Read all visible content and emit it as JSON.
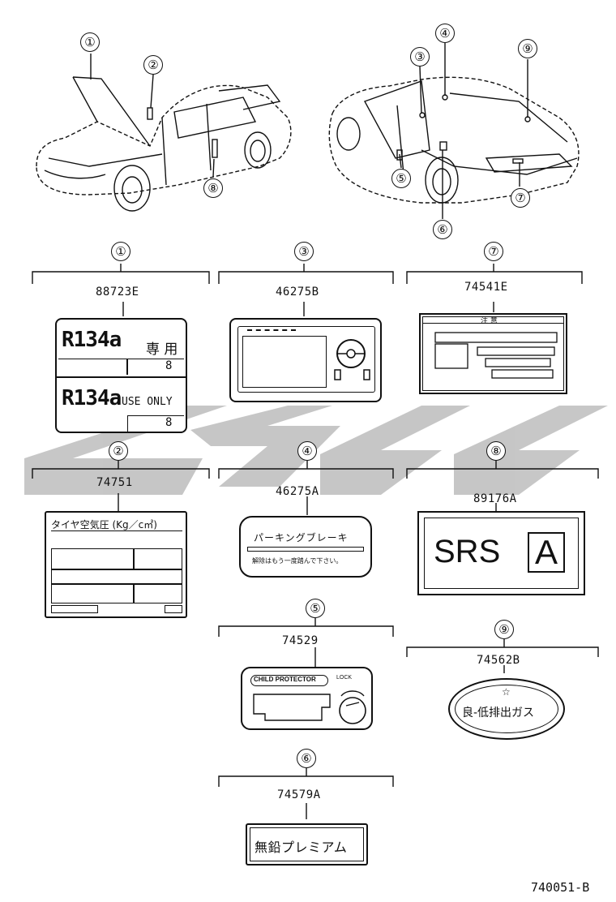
{
  "diagram": {
    "callouts": [
      "①",
      "②",
      "③",
      "④",
      "⑤",
      "⑥",
      "⑦",
      "⑧",
      "⑨"
    ],
    "labels": [
      {
        "callout": "①",
        "part_no": "88723E",
        "line1_big": "R134a",
        "line1_small": "専 用",
        "line1_num": "8",
        "line2_big": "R134a",
        "line2_small": "USE ONLY",
        "line2_num": "8"
      },
      {
        "callout": "②",
        "part_no": "74751",
        "header": "タイヤ空気圧 (Kg／c㎡)"
      },
      {
        "callout": "③",
        "part_no": "46275B"
      },
      {
        "callout": "④",
        "part_no": "46275A",
        "line1": "パーキングブレーキ",
        "line2": "解除はもう一度踏んで下さい。"
      },
      {
        "callout": "⑤",
        "part_no": "74529",
        "brand": "CHILD PROTECTOR",
        "lock": "LOCK"
      },
      {
        "callout": "⑥",
        "part_no": "74579A",
        "text": "無鉛プレミアム"
      },
      {
        "callout": "⑦",
        "part_no": "74541E",
        "header": "注 意"
      },
      {
        "callout": "⑧",
        "part_no": "89176A",
        "text": "SRS",
        "boxed": "A"
      },
      {
        "callout": "⑨",
        "part_no": "74562B",
        "star": "☆",
        "text": "良-低排出ガス"
      }
    ],
    "figure_no": "740051-B"
  }
}
